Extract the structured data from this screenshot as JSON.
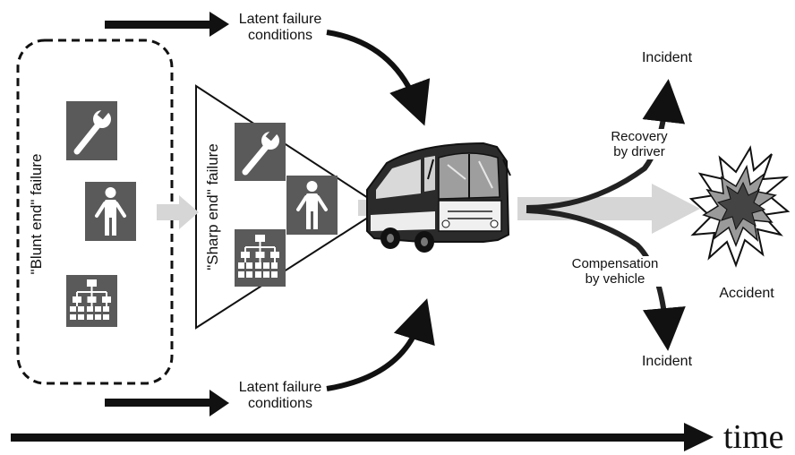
{
  "labels": {
    "blunt_end": "\"Blunt end\" failure",
    "sharp_end": "\"Sharp end\" failure",
    "latent_top_line1": "Latent failure",
    "latent_top_line2": "conditions",
    "latent_bottom_line1": "Latent failure",
    "latent_bottom_line2": "conditions",
    "recovery_line1": "Recovery",
    "recovery_line2": "by driver",
    "compensation_line1": "Compensation",
    "compensation_line2": "by vehicle",
    "incident_top": "Incident",
    "incident_bottom": "Incident",
    "accident": "Accident",
    "time": "time"
  },
  "icons": [
    "wrench-icon",
    "person-icon",
    "org-chart-icon",
    "bus-image",
    "explosion-icon"
  ],
  "colors": {
    "icon_bg": "#5a5a5a",
    "flow_arrow": "#d6d6d6",
    "ink": "#111111"
  }
}
